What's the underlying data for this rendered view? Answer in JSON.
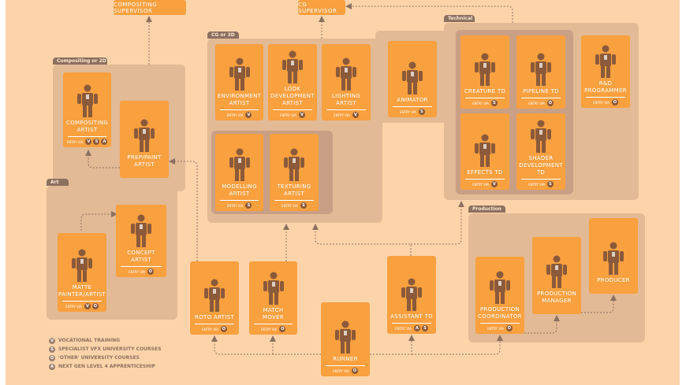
{
  "supervisors": {
    "compositing": "Compositing Supervisor",
    "cg": "CG Supervisor"
  },
  "groups": {
    "compositing": "Compositing or 2D",
    "art": "Art",
    "cg": "CG or 3D",
    "technical": "Technical",
    "production": "Production"
  },
  "entry_label": "entry via",
  "cards": [
    {
      "id": "compositing-artist",
      "title": "Compositing Artist",
      "entry": [
        "V",
        "S",
        "A"
      ],
      "icon": "person-icon"
    },
    {
      "id": "prep-paint-artist",
      "title": "Prep/Paint Artist",
      "entry": [],
      "icon": "painter-roller-icon"
    },
    {
      "id": "matte-painter",
      "title": "Matte Painter/Artist",
      "entry": [
        "V",
        "O"
      ],
      "icon": "painter-palette-icon"
    },
    {
      "id": "concept-artist",
      "title": "Concept Artist",
      "entry": [
        "O"
      ],
      "icon": "thought-cloud-icon"
    },
    {
      "id": "environment-artist",
      "title": "Environment Artist",
      "entry": [
        "V"
      ],
      "icon": "environment-icon"
    },
    {
      "id": "look-development-artist",
      "title": "Look Development Artist",
      "entry": [
        "V"
      ],
      "icon": "frame-icon"
    },
    {
      "id": "lighting-artist",
      "title": "Lighting Artist",
      "entry": [
        "V"
      ],
      "icon": "spotlight-icon"
    },
    {
      "id": "modelling-artist",
      "title": "Modelling Artist",
      "entry": [
        "S"
      ],
      "icon": "sculptor-icon"
    },
    {
      "id": "texturing-artist",
      "title": "Texturing Artist",
      "entry": [
        "S"
      ],
      "icon": "textured-suit-icon"
    },
    {
      "id": "animator",
      "title": "Animator",
      "entry": [
        "S"
      ],
      "icon": "running-figure-icon"
    },
    {
      "id": "creature-td",
      "title": "Creature TD",
      "entry": [
        "S"
      ],
      "icon": "puppet-icon"
    },
    {
      "id": "pipeline-td",
      "title": "Pipeline TD",
      "entry": [
        "O"
      ],
      "icon": "plumber-icon"
    },
    {
      "id": "rnd-programmer",
      "title": "R&D Programmer",
      "entry": [
        "O"
      ],
      "icon": "crystal-ball-icon"
    },
    {
      "id": "effects-td",
      "title": "Effects TD",
      "entry": [
        "V"
      ],
      "icon": "easel-icon"
    },
    {
      "id": "shader-development-td",
      "title": "Shader Development TD",
      "entry": [
        "S"
      ],
      "icon": "striped-figure-icon"
    },
    {
      "id": "roto-artist",
      "title": "Roto Artist",
      "entry": [
        "O"
      ],
      "icon": "pointing-figure-icon"
    },
    {
      "id": "matchmover",
      "title": "Match Mover",
      "entry": [
        "O"
      ],
      "icon": "mocap-figure-icon"
    },
    {
      "id": "runner",
      "title": "Runner",
      "entry": [
        "O"
      ],
      "icon": "multi-arm-figure-icon"
    },
    {
      "id": "assistant-td",
      "title": "Assistant TD",
      "entry": [
        "A",
        "S"
      ],
      "icon": "toolbox-figure-icon"
    },
    {
      "id": "production-coordinator",
      "title": "Production Coordinator",
      "entry": [
        "O"
      ],
      "icon": "running-papers-icon"
    },
    {
      "id": "production-manager",
      "title": "Production Manager",
      "entry": [],
      "icon": "leaping-papers-icon"
    },
    {
      "id": "producer",
      "title": "Producer",
      "entry": [],
      "icon": "juggler-icon"
    }
  ],
  "legend": [
    {
      "key": "V",
      "label": "Vocational training"
    },
    {
      "key": "S",
      "label": "Specialist VFX university courses"
    },
    {
      "key": "O",
      "label": "'Other' university courses"
    },
    {
      "key": "A",
      "label": "Next Gen Level 4 Apprenticeship"
    }
  ],
  "colors": {
    "background": "#fdd4aa",
    "card": "#f9a03f",
    "group": "#e2ba95",
    "group_dark": "#c9a085",
    "tab": "#8c7060",
    "icon": "#8b5a3a",
    "connector": "#8c7060"
  }
}
